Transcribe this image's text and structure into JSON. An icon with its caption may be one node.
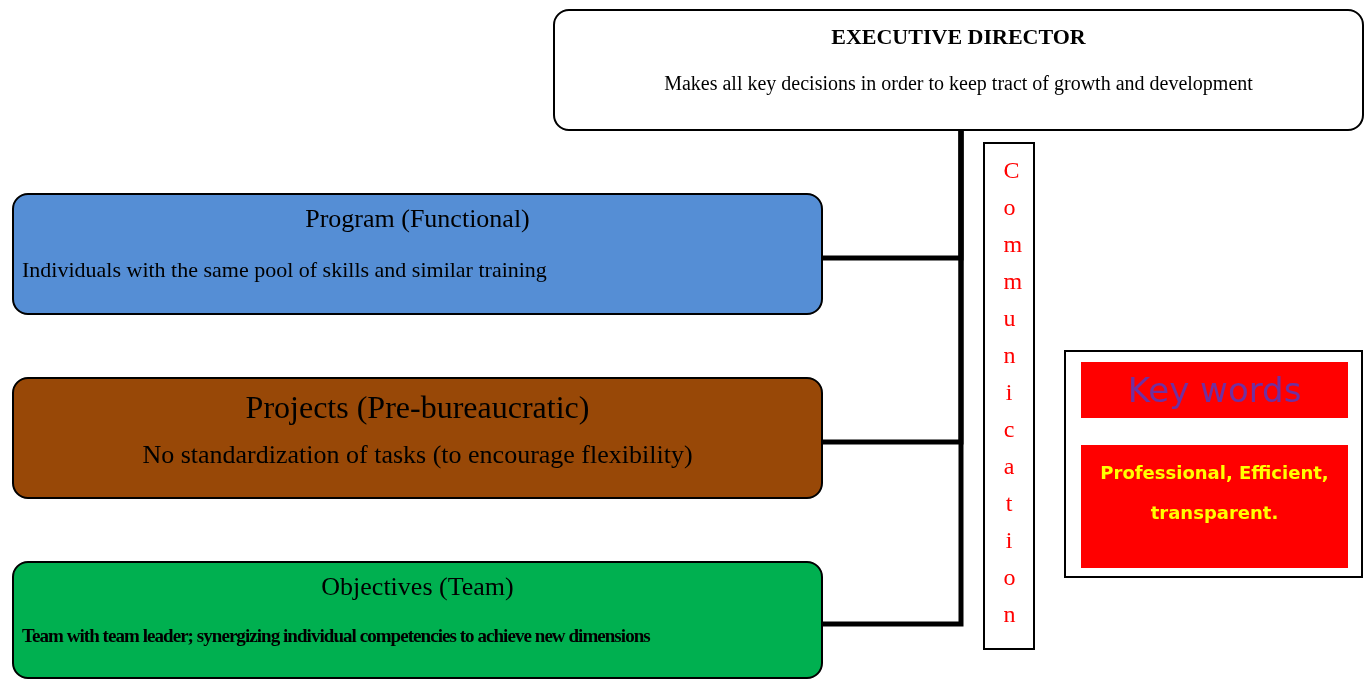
{
  "diagram": {
    "nodes": [
      {
        "text": [
          "EXECUTIVE DIRECTOR",
          "Makes all key decisions in order to keep tract of growth and development"
        ]
      },
      {
        "text": [
          "Program (Functional)",
          "Individuals with the same pool of skills and similar training"
        ]
      },
      {
        "text": [
          "Projects (Pre-bureaucratic)",
          "No standardization of tasks (to encourage flexibility)"
        ]
      },
      {
        "text": [
          "Objectives (Team)",
          "Team with team leader; synergizing individual competencies to achieve new dimensions"
        ]
      },
      {
        "text": [
          "Communication"
        ]
      },
      {
        "text": [],
        "shape": "box"
      },
      {
        "text": [
          "Key words"
        ],
        "in": 5
      },
      {
        "text": [
          "Professional, Efficient, transparent."
        ],
        "in": 5
      }
    ],
    "edges": [
      {
        "from": 0,
        "to": 1,
        "arrow": "none"
      },
      {
        "from": 0,
        "to": 2,
        "arrow": "none"
      },
      {
        "from": 0,
        "to": 3,
        "arrow": "none"
      }
    ]
  }
}
